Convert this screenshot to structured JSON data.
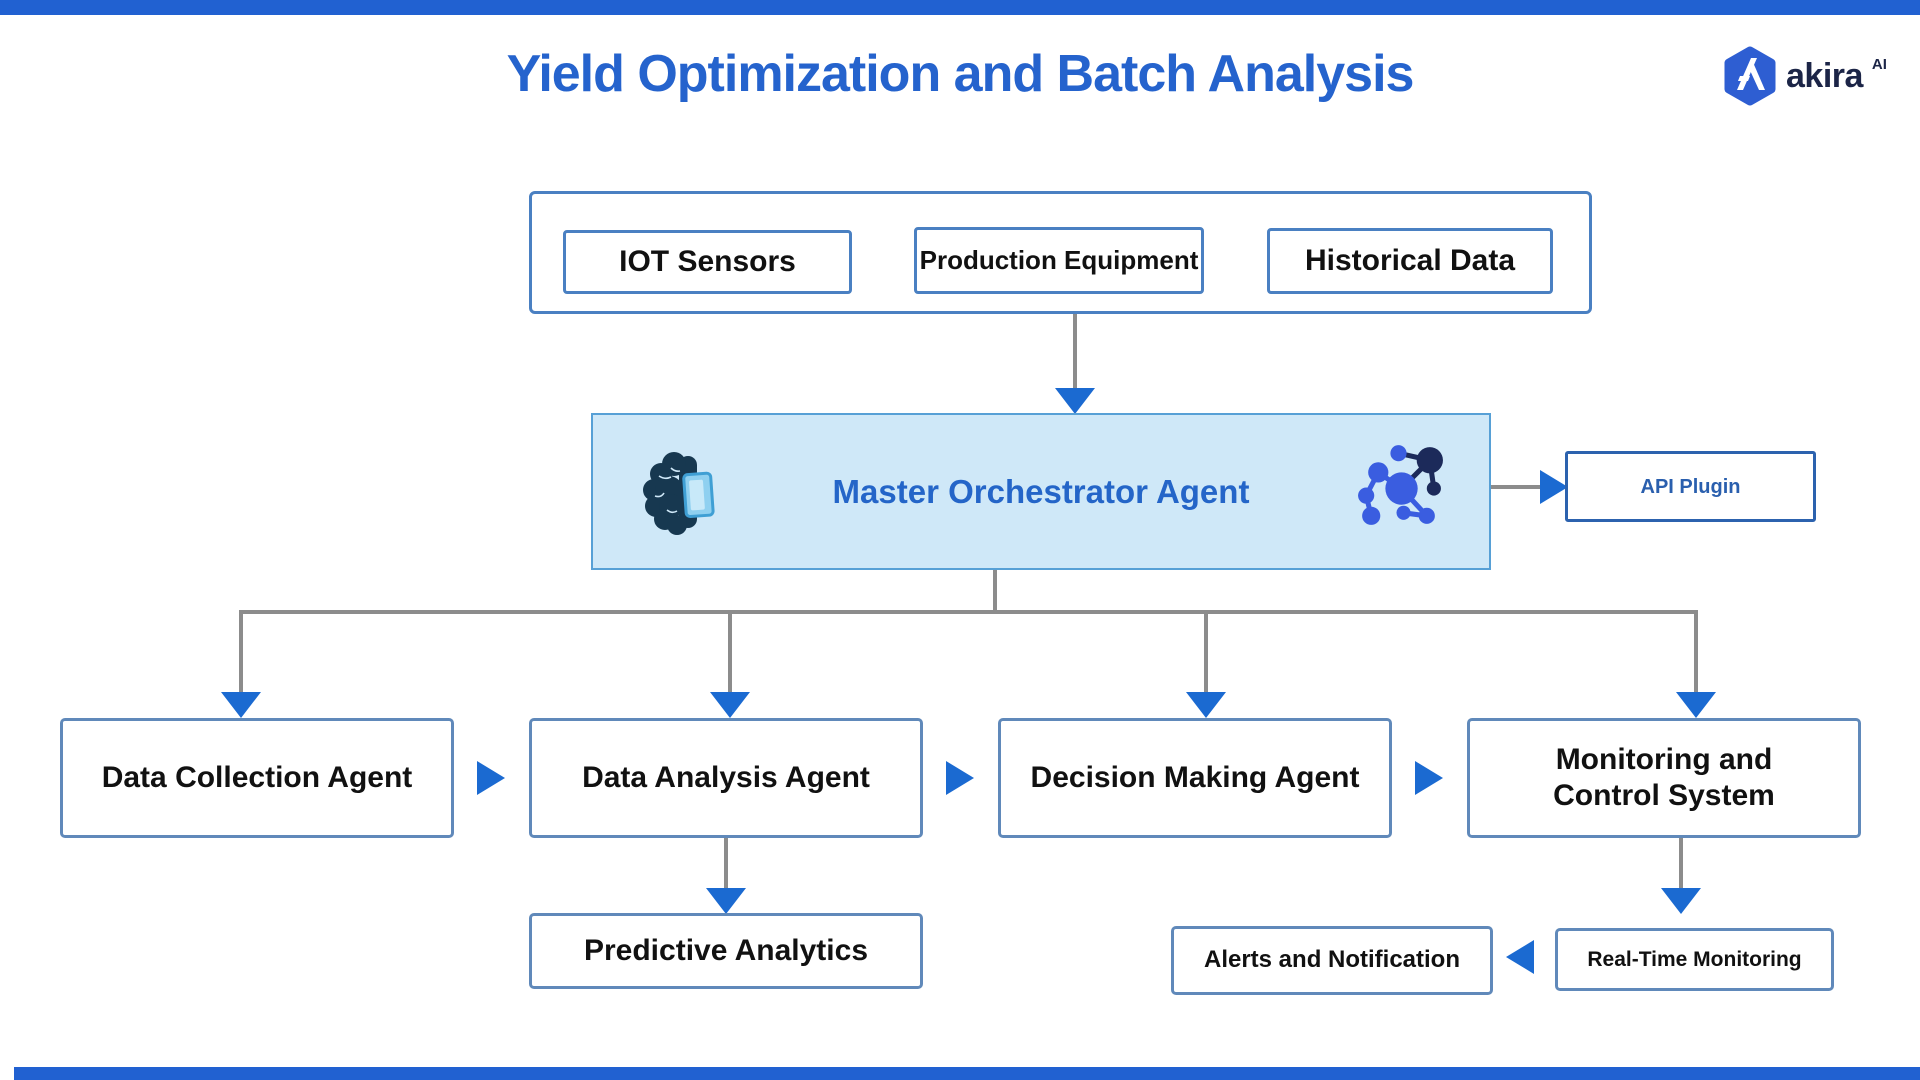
{
  "page": {
    "title": "Yield Optimization and Batch Analysis"
  },
  "logo": {
    "brand": "akira",
    "superscript": "AI",
    "mark": "hexagon-a-icon",
    "hex_color": "#2e5ed2",
    "text_color": "#1c2547"
  },
  "sources": {
    "items": [
      {
        "label": "IOT Sensors"
      },
      {
        "label": "Production Equipment"
      },
      {
        "label": "Historical Data"
      }
    ]
  },
  "orchestrator": {
    "label": "Master Orchestrator Agent",
    "left_icon": "brain-chip-icon",
    "right_icon": "network-graph-icon",
    "fill": "#cfe8f8",
    "border": "#57a0d6",
    "text_color": "#2465c8"
  },
  "api": {
    "label": "API Plugin"
  },
  "agents": [
    {
      "label": "Data Collection Agent"
    },
    {
      "label": "Data Analysis Agent"
    },
    {
      "label": "Decision Making Agent"
    },
    {
      "label": "Monitoring and Control System"
    }
  ],
  "outputs": {
    "predictive": {
      "label": "Predictive Analytics"
    },
    "alerts": {
      "label": "Alerts and Notification"
    },
    "realtime": {
      "label": "Real-Time Monitoring"
    }
  },
  "colors": {
    "accent_bar": "#2161d1",
    "arrow_blue": "#1b6ad1",
    "line_gray": "#8c8c8c",
    "title_blue": "#2563cd",
    "border_blue": "#4a80c2",
    "border_steel": "#6089ba",
    "api_border": "#2c62ae"
  }
}
